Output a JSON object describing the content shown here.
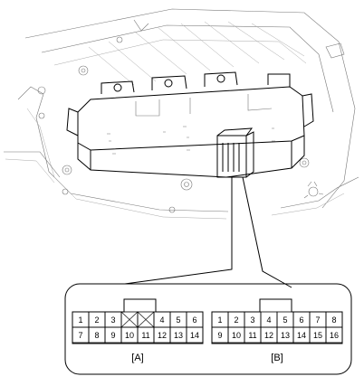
{
  "connectors": {
    "a": {
      "label": "[A]",
      "top_row": [
        "1",
        "2",
        "3",
        "",
        "",
        "4",
        "5",
        "6"
      ],
      "bottom_row": [
        "7",
        "8",
        "9",
        "10",
        "11",
        "12",
        "13",
        "14"
      ]
    },
    "b": {
      "label": "[B]",
      "top_row": [
        "1",
        "2",
        "3",
        "4",
        "5",
        "6",
        "7",
        "8"
      ],
      "bottom_row": [
        "9",
        "10",
        "11",
        "12",
        "13",
        "14",
        "15",
        "16"
      ]
    }
  }
}
